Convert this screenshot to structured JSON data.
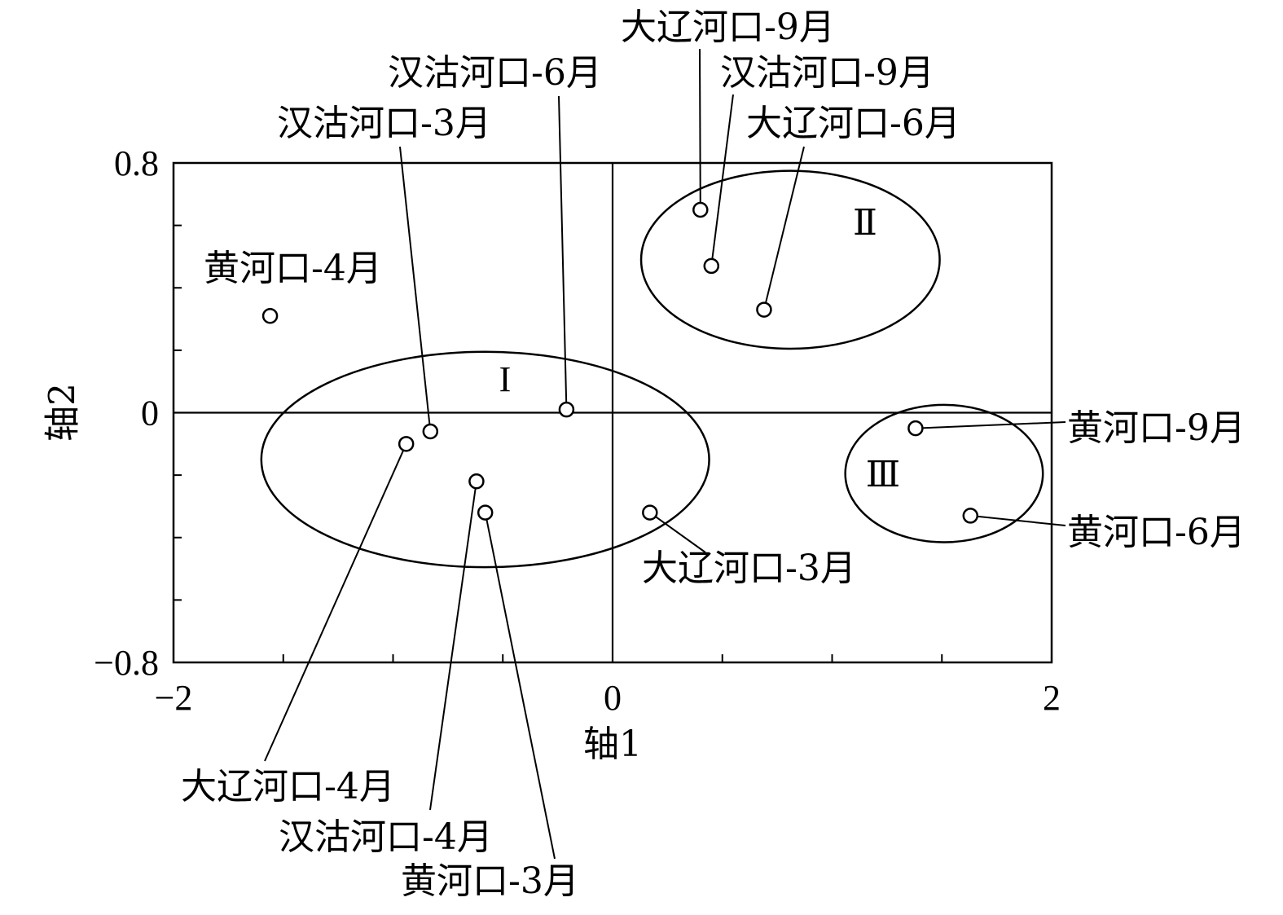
{
  "chart_data": {
    "type": "scatter",
    "xlabel": "轴1",
    "ylabel": "轴2",
    "xlim": [
      -2,
      2
    ],
    "ylim": [
      -0.8,
      0.8
    ],
    "x_ticks": [
      "−2",
      "0",
      "2"
    ],
    "y_ticks": [
      "0.8",
      "0",
      "−0.8"
    ],
    "grid": false,
    "points": [
      {
        "label": "黄河口-4月",
        "x": -1.56,
        "y": 0.31
      },
      {
        "label": "汉沽河口-3月",
        "x": -0.83,
        "y": -0.06
      },
      {
        "label": "汉沽河口-6月",
        "x": -0.21,
        "y": 0.01
      },
      {
        "label": "大辽河口-4月",
        "x": -0.94,
        "y": -0.1
      },
      {
        "label": "汉沽河口-4月",
        "x": -0.62,
        "y": -0.22
      },
      {
        "label": "黄河口-3月",
        "x": -0.58,
        "y": -0.32
      },
      {
        "label": "大辽河口-3月",
        "x": 0.17,
        "y": -0.32
      },
      {
        "label": "大辽河口-9月",
        "x": 0.4,
        "y": 0.65
      },
      {
        "label": "汉沽河口-9月",
        "x": 0.45,
        "y": 0.47
      },
      {
        "label": "大辽河口-6月",
        "x": 0.69,
        "y": 0.33
      },
      {
        "label": "黄河口-9月",
        "x": 1.38,
        "y": -0.05
      },
      {
        "label": "黄河口-6月",
        "x": 1.63,
        "y": -0.33
      }
    ],
    "groups": [
      {
        "label": "I",
        "cx": -0.58,
        "cy": -0.15,
        "rx": 1.02,
        "ry": 0.345
      },
      {
        "label": "Ⅱ",
        "cx": 0.81,
        "cy": 0.49,
        "rx": 0.68,
        "ry": 0.285
      },
      {
        "label": "Ⅲ",
        "cx": 1.51,
        "cy": -0.195,
        "rx": 0.45,
        "ry": 0.22
      }
    ]
  }
}
